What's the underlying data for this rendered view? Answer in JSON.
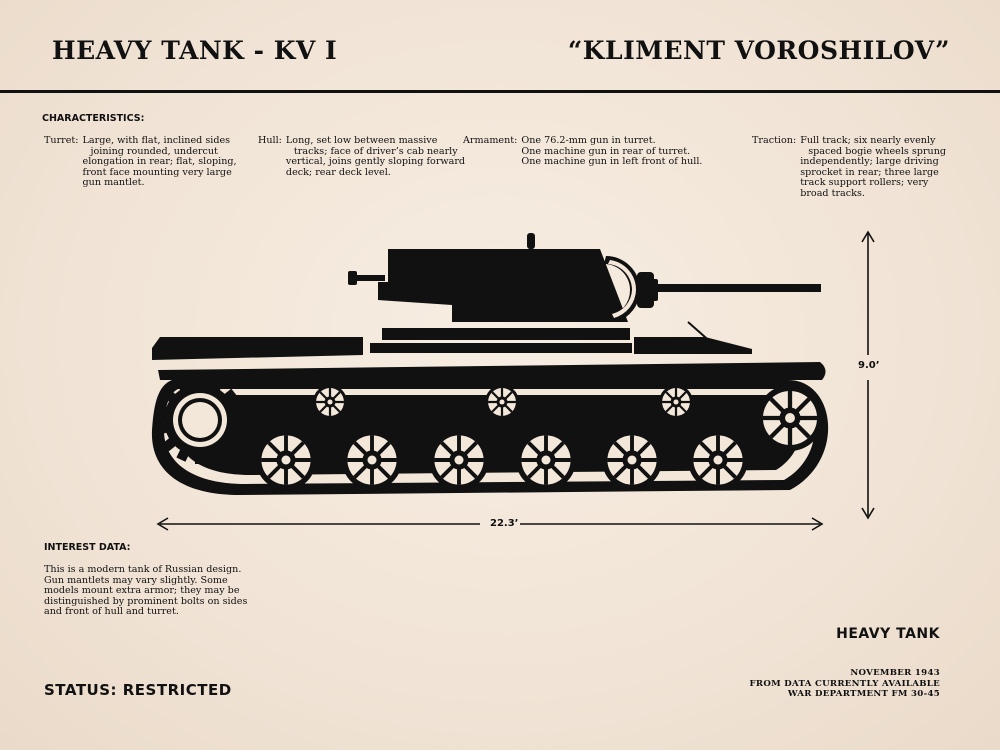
{
  "header": {
    "title_left": "HEAVY TANK - KV I",
    "title_right": "“KLIMENT VOROSHILOV”"
  },
  "characteristics": {
    "heading": "CHARACTERISTICS:",
    "turret": {
      "label": "Turret:",
      "lines": [
        "Large, with flat, inclined sides",
        "joining rounded, undercut",
        "elongation in rear; flat, sloping,",
        "front face mounting very large",
        "gun mantlet."
      ]
    },
    "hull": {
      "label": "Hull:",
      "lines": [
        "Long, set low between massive",
        "tracks; face of driver’s cab nearly",
        "vertical, joins gently sloping forward",
        "deck; rear deck level."
      ]
    },
    "armament": {
      "label": "Armament:",
      "lines": [
        "One 76.2-mm gun in turret.",
        "One machine gun in rear of turret.",
        "One machine gun in left front of hull."
      ]
    },
    "traction": {
      "label": "Traction:",
      "lines": [
        "Full track; six nearly evenly",
        "spaced bogie wheels sprung",
        "independently; large driving",
        "sprocket in rear; three large",
        "track support rollers; very",
        "broad tracks."
      ]
    }
  },
  "dimensions": {
    "length": "22.3’",
    "height": "9.0’"
  },
  "interest": {
    "heading": "INTEREST DATA:",
    "lines": [
      "This is a modern tank of Russian design.",
      "Gun mantlets may vary slightly. Some",
      "models mount extra armor; they may be",
      "distinguished by prominent bolts on sides",
      "and front of hull and turret."
    ]
  },
  "status": "STATUS: RESTRICTED",
  "type_label": "HEAVY TANK",
  "source": {
    "date": "NOVEMBER 1943",
    "line2": "FROM DATA CURRENTLY AVAILABLE",
    "line3": "WAR DEPARTMENT FM 30-45"
  },
  "icon": "tank-silhouette-icon",
  "colors": {
    "ink": "#111111",
    "paper": "#f3e7da"
  }
}
